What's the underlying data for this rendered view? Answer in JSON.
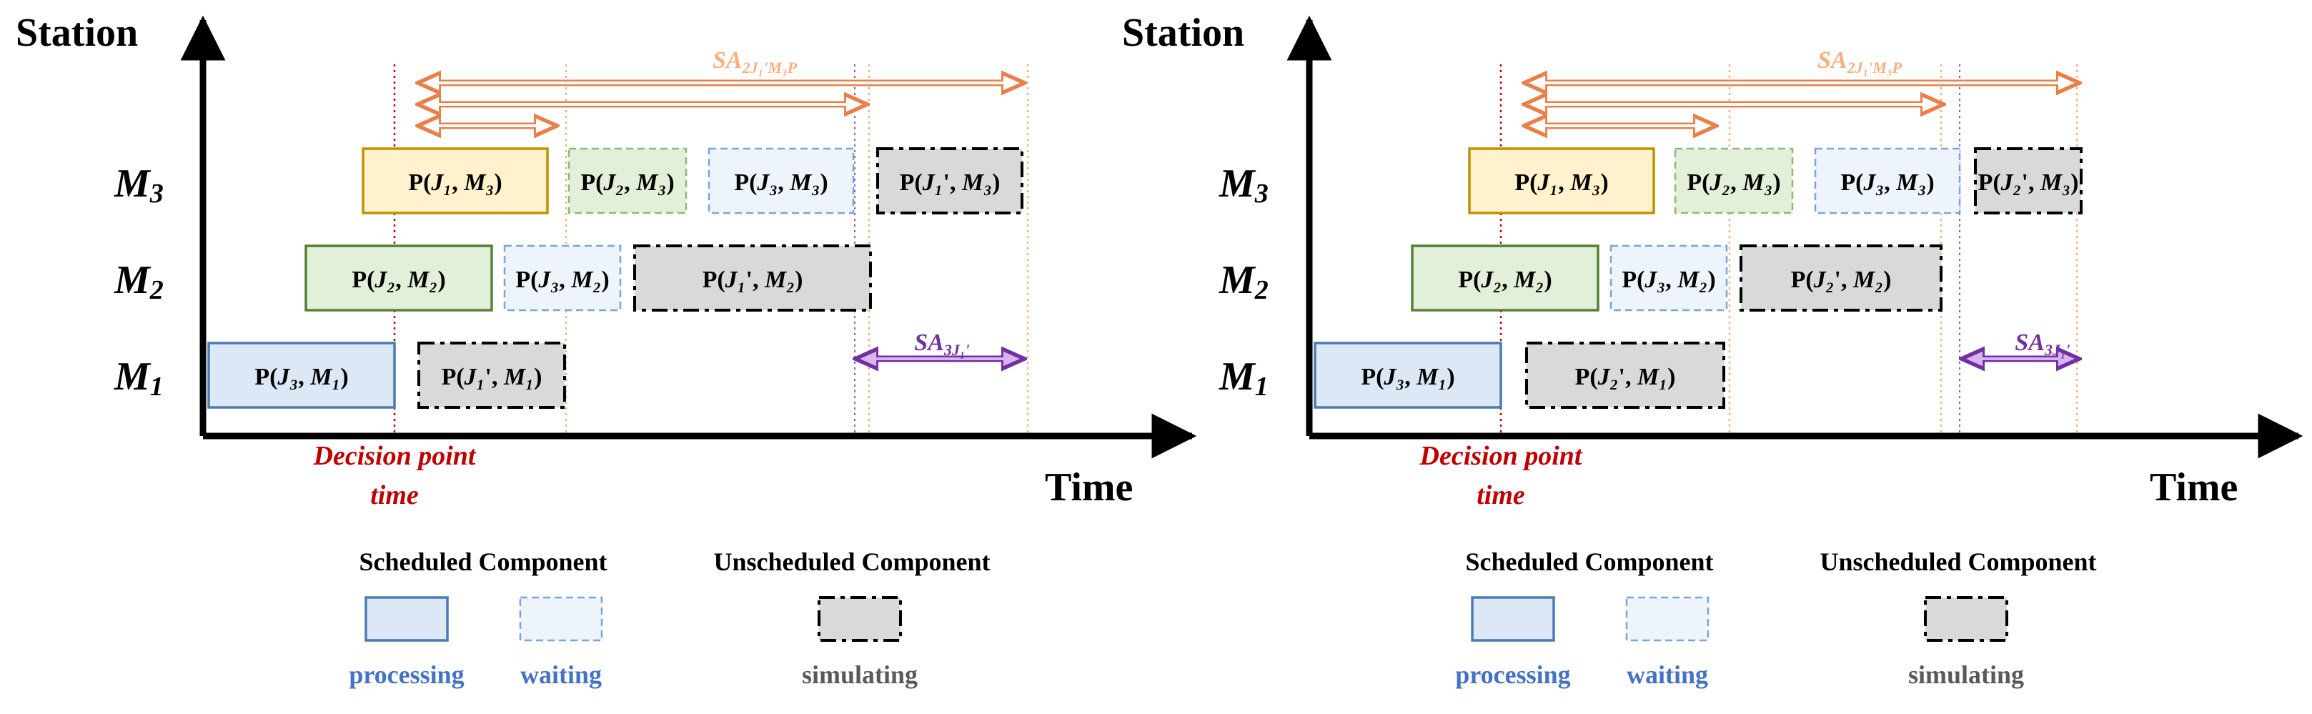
{
  "colors": {
    "axis": "#000000",
    "processing_fill": "#dce8f5",
    "processing_stroke": "#4a7bb5",
    "waiting_fill": "#eef4fb",
    "waiting_stroke": "#7aa5d6",
    "green_fill": "#e2efd9",
    "green_stroke": "#538135",
    "green_dashed_stroke": "#8fb877",
    "yellow_fill": "#fff2cc",
    "yellow_stroke": "#bf9000",
    "sim_fill": "#d9d9d9",
    "sim_stroke": "#000000",
    "decision_red": "#c00000",
    "orange": "#f4b183",
    "orange_arrow": "#e8804a",
    "purple": "#7030a0",
    "purple_fill": "#d9b3f0",
    "legend_blue": "#4472c4",
    "legend_gray": "#595959"
  },
  "panels": [
    {
      "id": "left",
      "y_axis_label": "Station",
      "x_axis_label": "Time",
      "rows": [
        {
          "id": "m3",
          "label_main": "M",
          "label_sub": "3"
        },
        {
          "id": "m2",
          "label_main": "M",
          "label_sub": "2"
        },
        {
          "id": "m1",
          "label_main": "M",
          "label_sub": "1"
        }
      ],
      "decision_label_line1": "Decision point",
      "decision_label_line2": "time",
      "sa_top": {
        "main": "SA",
        "sub": "2J₁'M₃P"
      },
      "sa_bottom": {
        "main": "SA",
        "sub": "3J₁'"
      },
      "blocks": [
        {
          "row": "m3",
          "style": "yellow",
          "parts": [
            "P(",
            "J₁",
            ", ",
            "M₃",
            ")"
          ]
        },
        {
          "row": "m3",
          "style": "green_dashed",
          "parts": [
            "P(",
            "J₂",
            ", ",
            "M₃",
            ")"
          ]
        },
        {
          "row": "m3",
          "style": "waiting",
          "parts": [
            "P(",
            "J₃",
            ", ",
            "M₃",
            ")"
          ]
        },
        {
          "row": "m3",
          "style": "sim",
          "parts": [
            "P(",
            "J₁",
            "', ",
            "M₃",
            ")"
          ]
        },
        {
          "row": "m2",
          "style": "green",
          "parts": [
            "P(",
            "J₂",
            ", ",
            "M₂",
            ")"
          ]
        },
        {
          "row": "m2",
          "style": "waiting",
          "parts": [
            "P(",
            "J₃",
            ", ",
            "M₂",
            ")"
          ]
        },
        {
          "row": "m2",
          "style": "sim",
          "parts": [
            "P(",
            "J₁",
            "', ",
            "M₂",
            ")"
          ]
        },
        {
          "row": "m1",
          "style": "processing",
          "parts": [
            "P(",
            "J₃",
            ", ",
            "M₁",
            ")"
          ]
        },
        {
          "row": "m1",
          "style": "sim",
          "parts": [
            "P(",
            "J₁",
            "', ",
            "M₁",
            ")"
          ]
        }
      ]
    },
    {
      "id": "right",
      "y_axis_label": "Station",
      "x_axis_label": "Time",
      "rows": [
        {
          "id": "m3",
          "label_main": "M",
          "label_sub": "3"
        },
        {
          "id": "m2",
          "label_main": "M",
          "label_sub": "2"
        },
        {
          "id": "m1",
          "label_main": "M",
          "label_sub": "1"
        }
      ],
      "decision_label_line1": "Decision point",
      "decision_label_line2": "time",
      "sa_top": {
        "main": "SA",
        "sub": "2J₁'M₃P"
      },
      "sa_bottom": {
        "main": "SA",
        "sub": "3J₁'"
      },
      "blocks": [
        {
          "row": "m3",
          "style": "yellow",
          "parts": [
            "P(",
            "J₁",
            ", ",
            "M₃",
            ")"
          ]
        },
        {
          "row": "m3",
          "style": "green_dashed",
          "parts": [
            "P(",
            "J₂",
            ", ",
            "M₃",
            ")"
          ]
        },
        {
          "row": "m3",
          "style": "waiting",
          "parts": [
            "P(",
            "J₃",
            ", ",
            "M₃",
            ")"
          ]
        },
        {
          "row": "m3",
          "style": "sim",
          "parts": [
            "P(",
            "J₂",
            "', ",
            "M₃",
            ")"
          ]
        },
        {
          "row": "m2",
          "style": "green",
          "parts": [
            "P(",
            "J₂",
            ", ",
            "M₂",
            ")"
          ]
        },
        {
          "row": "m2",
          "style": "waiting",
          "parts": [
            "P(",
            "J₃",
            ", ",
            "M₂",
            ")"
          ]
        },
        {
          "row": "m2",
          "style": "sim",
          "parts": [
            "P(",
            "J₂",
            "', ",
            "M₂",
            ")"
          ]
        },
        {
          "row": "m1",
          "style": "processing",
          "parts": [
            "P(",
            "J₃",
            ", ",
            "M₁",
            ")"
          ]
        },
        {
          "row": "m1",
          "style": "sim",
          "parts": [
            "P(",
            "J₂",
            "', ",
            "M₁",
            ")"
          ]
        }
      ]
    }
  ],
  "legend": {
    "scheduled_title": "Scheduled Component",
    "unscheduled_title": "Unscheduled Component",
    "processing_label": "processing",
    "waiting_label": "waiting",
    "simulating_label": "simulating"
  }
}
